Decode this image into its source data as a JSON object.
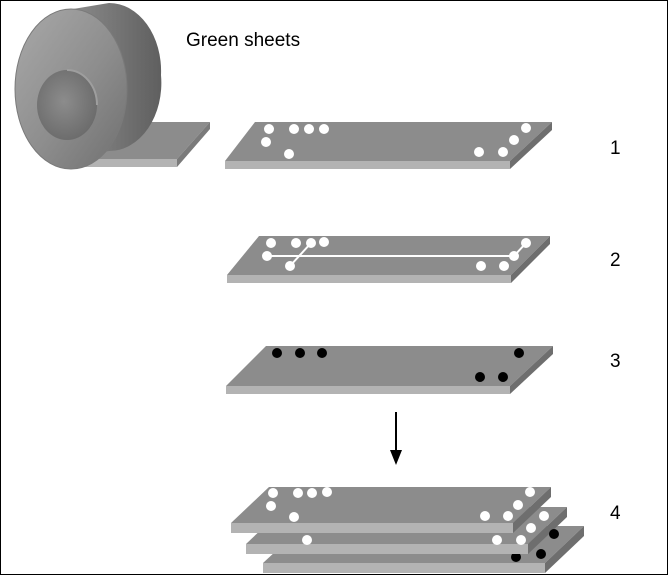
{
  "title": "Green sheets",
  "steps": [
    {
      "label": "1",
      "description": ""
    },
    {
      "label": "2",
      "description": ""
    },
    {
      "label": "3",
      "description": ""
    },
    {
      "label": "4",
      "description": ""
    }
  ],
  "colors": {
    "sheet_top": "#8c8c8c",
    "sheet_front": "#b3b3b3",
    "sheet_edge": "#6e6e6e",
    "roll_face": "#959595",
    "roll_side": "#7a7a7a",
    "hole": "#ffffff",
    "filled_via": "#000000",
    "line": "#000000"
  },
  "icons": {
    "roll": "green-sheet-roll-icon",
    "arrow": "down-arrow-icon"
  }
}
